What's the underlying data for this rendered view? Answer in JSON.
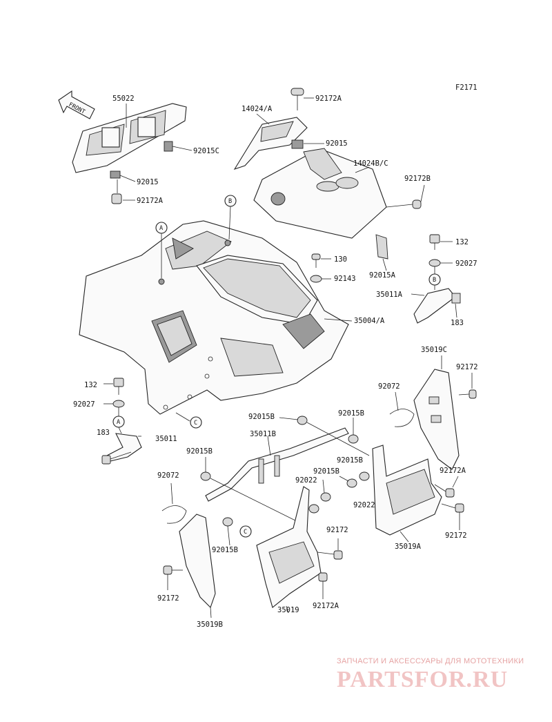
{
  "figure_code": "F2171",
  "front_arrow": "FRONT",
  "callouts": {
    "a": "A",
    "b": "B",
    "c": "C"
  },
  "parts": {
    "p55022": "55022",
    "p92015C": "92015C",
    "p92015_top_left": "92015",
    "p92172A_top_left": "92172A",
    "p92172A_top": "92172A",
    "p14024A": "14024/A",
    "p92015_top_mid": "92015",
    "p14024BC": "14024B/C",
    "p92172B": "92172B",
    "p130": "130",
    "p92143": "92143",
    "p92015A": "92015A",
    "p132_right": "132",
    "p92027_right": "92027",
    "p35011A": "35011A",
    "p183_right": "183",
    "p35004A": "35004/A",
    "p35019C": "35019C",
    "p92172_right_top": "92172",
    "p92072_right": "92072",
    "p132_left": "132",
    "p92027_left": "92027",
    "p183_left": "183",
    "p35011": "35011",
    "p92015B_1": "92015B",
    "p92015B_2": "92015B",
    "p35011B": "35011B",
    "p92015B_3": "92015B",
    "p92015B_4": "92015B",
    "p92015B_5": "92015B",
    "p92022_1": "92022",
    "p92022_2": "92022",
    "p92172A_right": "92172A",
    "p92172_right_bottom": "92172",
    "p92072_left": "92072",
    "p92172_mid": "92172",
    "p35019A": "35019A",
    "p92015B_6": "92015B",
    "p92172_left": "92172",
    "p35019": "35019",
    "p92172A_bottom": "92172A",
    "p35019B": "35019B"
  },
  "watermark": {
    "tagline": "ЗАПЧАСТИ И АКСЕССУАРЫ ДЛЯ МОТОТЕХНИКИ",
    "logo": "PARTSFOR.RU"
  }
}
